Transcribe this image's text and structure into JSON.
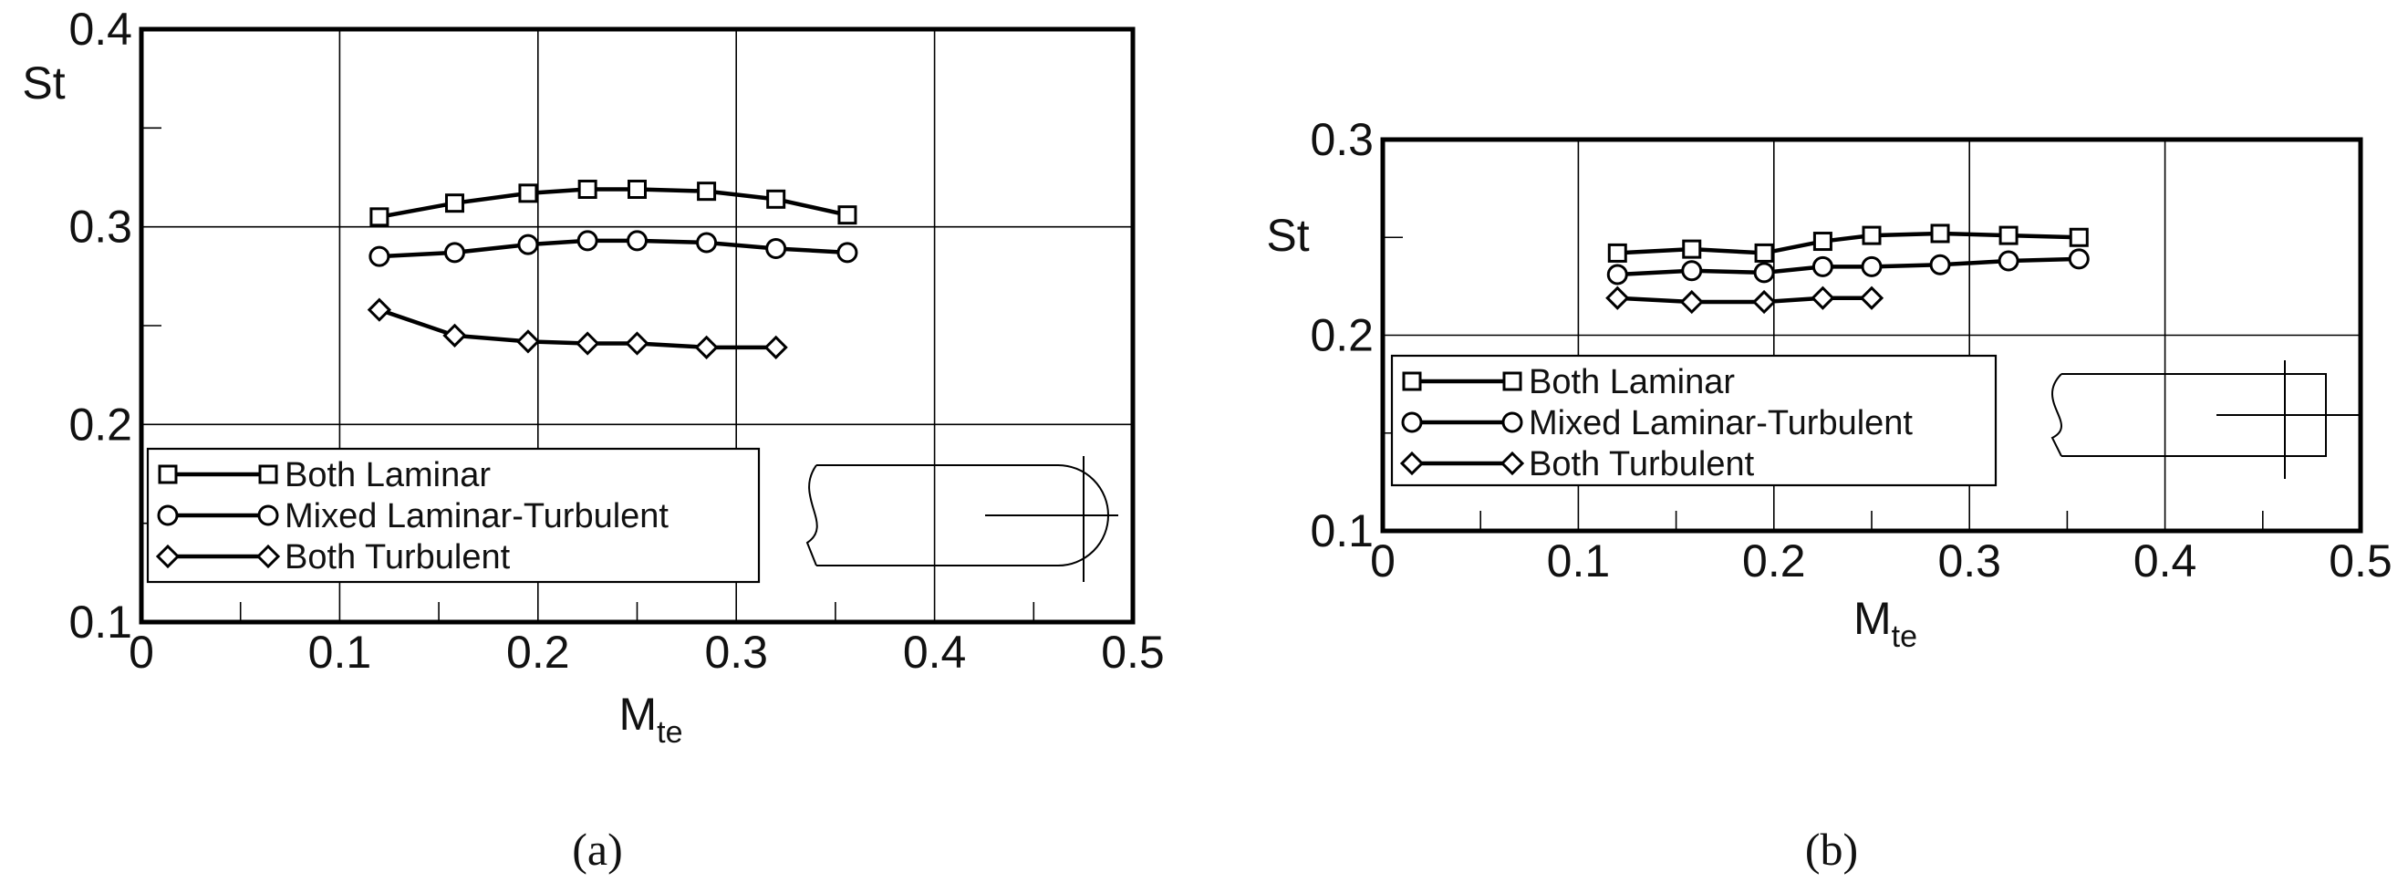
{
  "chart_data": [
    {
      "type": "line",
      "panel_label": "(a)",
      "xlabel": "M",
      "xlabel_sub": "te",
      "ylabel": "St",
      "xlim": [
        0,
        0.5
      ],
      "ylim": [
        0.1,
        0.4
      ],
      "xticks": [
        "0",
        "0.1",
        "0.2",
        "0.3",
        "0.4",
        "0.5"
      ],
      "yticks": [
        "0.1",
        "0.2",
        "0.3",
        "0.4"
      ],
      "grid": true,
      "legend_position": "bottom-left",
      "series": [
        {
          "name": "Both Laminar",
          "marker": "square",
          "x": [
            0.12,
            0.158,
            0.195,
            0.225,
            0.25,
            0.285,
            0.32,
            0.356
          ],
          "y": [
            0.305,
            0.312,
            0.317,
            0.319,
            0.319,
            0.318,
            0.314,
            0.306
          ]
        },
        {
          "name": "Mixed Laminar-Turbulent",
          "marker": "circle",
          "x": [
            0.12,
            0.158,
            0.195,
            0.225,
            0.25,
            0.285,
            0.32,
            0.356
          ],
          "y": [
            0.285,
            0.287,
            0.291,
            0.293,
            0.293,
            0.292,
            0.289,
            0.287
          ]
        },
        {
          "name": "Both Turbulent",
          "marker": "diamond",
          "x": [
            0.12,
            0.158,
            0.195,
            0.225,
            0.25,
            0.285,
            0.32
          ],
          "y": [
            0.258,
            0.245,
            0.242,
            0.241,
            0.241,
            0.239,
            0.239
          ]
        }
      ]
    },
    {
      "type": "line",
      "panel_label": "(b)",
      "xlabel": "M",
      "xlabel_sub": "te",
      "ylabel": "St",
      "xlim": [
        0,
        0.5
      ],
      "ylim": [
        0.1,
        0.3
      ],
      "xticks": [
        "0",
        "0.1",
        "0.2",
        "0.3",
        "0.4",
        "0.5"
      ],
      "yticks": [
        "0.1",
        "0.2",
        "0.3"
      ],
      "grid": true,
      "legend_position": "bottom-left",
      "series": [
        {
          "name": "Both Laminar",
          "marker": "square",
          "x": [
            0.12,
            0.158,
            0.195,
            0.225,
            0.25,
            0.285,
            0.32,
            0.356
          ],
          "y": [
            0.242,
            0.244,
            0.242,
            0.248,
            0.251,
            0.252,
            0.251,
            0.25
          ]
        },
        {
          "name": "Mixed Laminar-Turbulent",
          "marker": "circle",
          "x": [
            0.12,
            0.158,
            0.195,
            0.225,
            0.25,
            0.285,
            0.32,
            0.356
          ],
          "y": [
            0.231,
            0.233,
            0.232,
            0.235,
            0.235,
            0.236,
            0.238,
            0.239
          ]
        },
        {
          "name": "Both Turbulent",
          "marker": "diamond",
          "x": [
            0.12,
            0.158,
            0.195,
            0.225,
            0.25
          ],
          "y": [
            0.219,
            0.217,
            0.217,
            0.219,
            0.219
          ]
        }
      ]
    }
  ]
}
